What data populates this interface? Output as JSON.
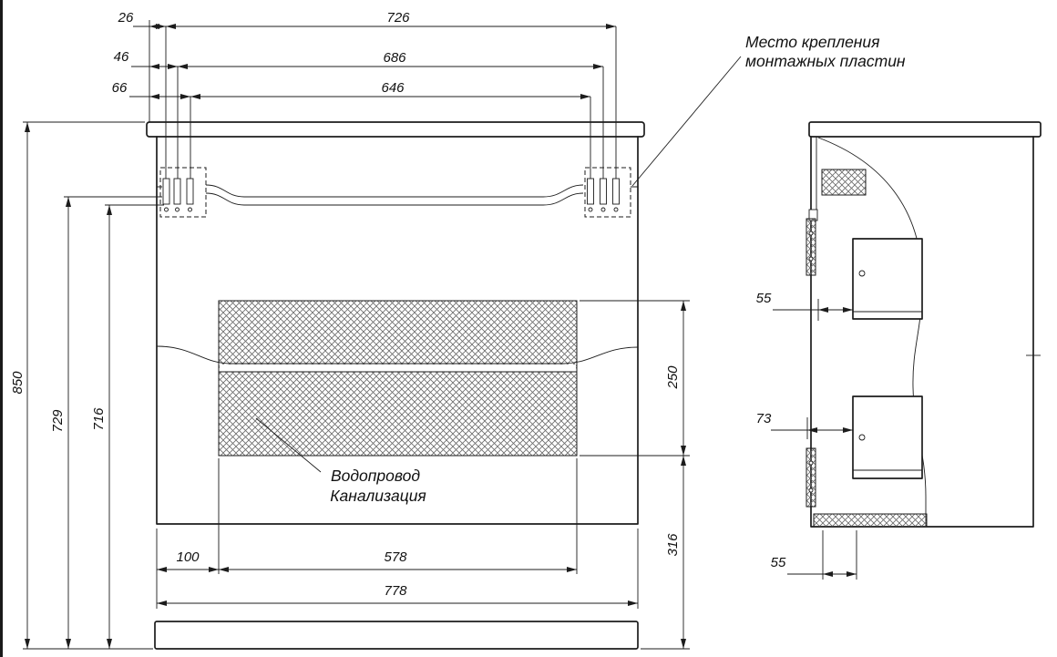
{
  "annotations": {
    "mounting_line1": "Место крепления",
    "mounting_line2": "монтажных пластин",
    "plumbing_line1": "Водопровод",
    "plumbing_line2": "Канализация"
  },
  "front_dims": {
    "off26": "26",
    "w726": "726",
    "off46": "46",
    "w686": "686",
    "off66": "66",
    "w646": "646",
    "h850": "850",
    "h729": "729",
    "h716": "716",
    "off100": "100",
    "w578": "578",
    "w778": "778",
    "h250": "250",
    "h316": "316"
  },
  "side_dims": {
    "top55": "55",
    "mid73": "73",
    "bot55": "55"
  },
  "colors": {
    "line": "#1c1c1c",
    "hatch": "#6a6a6a",
    "background": "#ffffff"
  }
}
